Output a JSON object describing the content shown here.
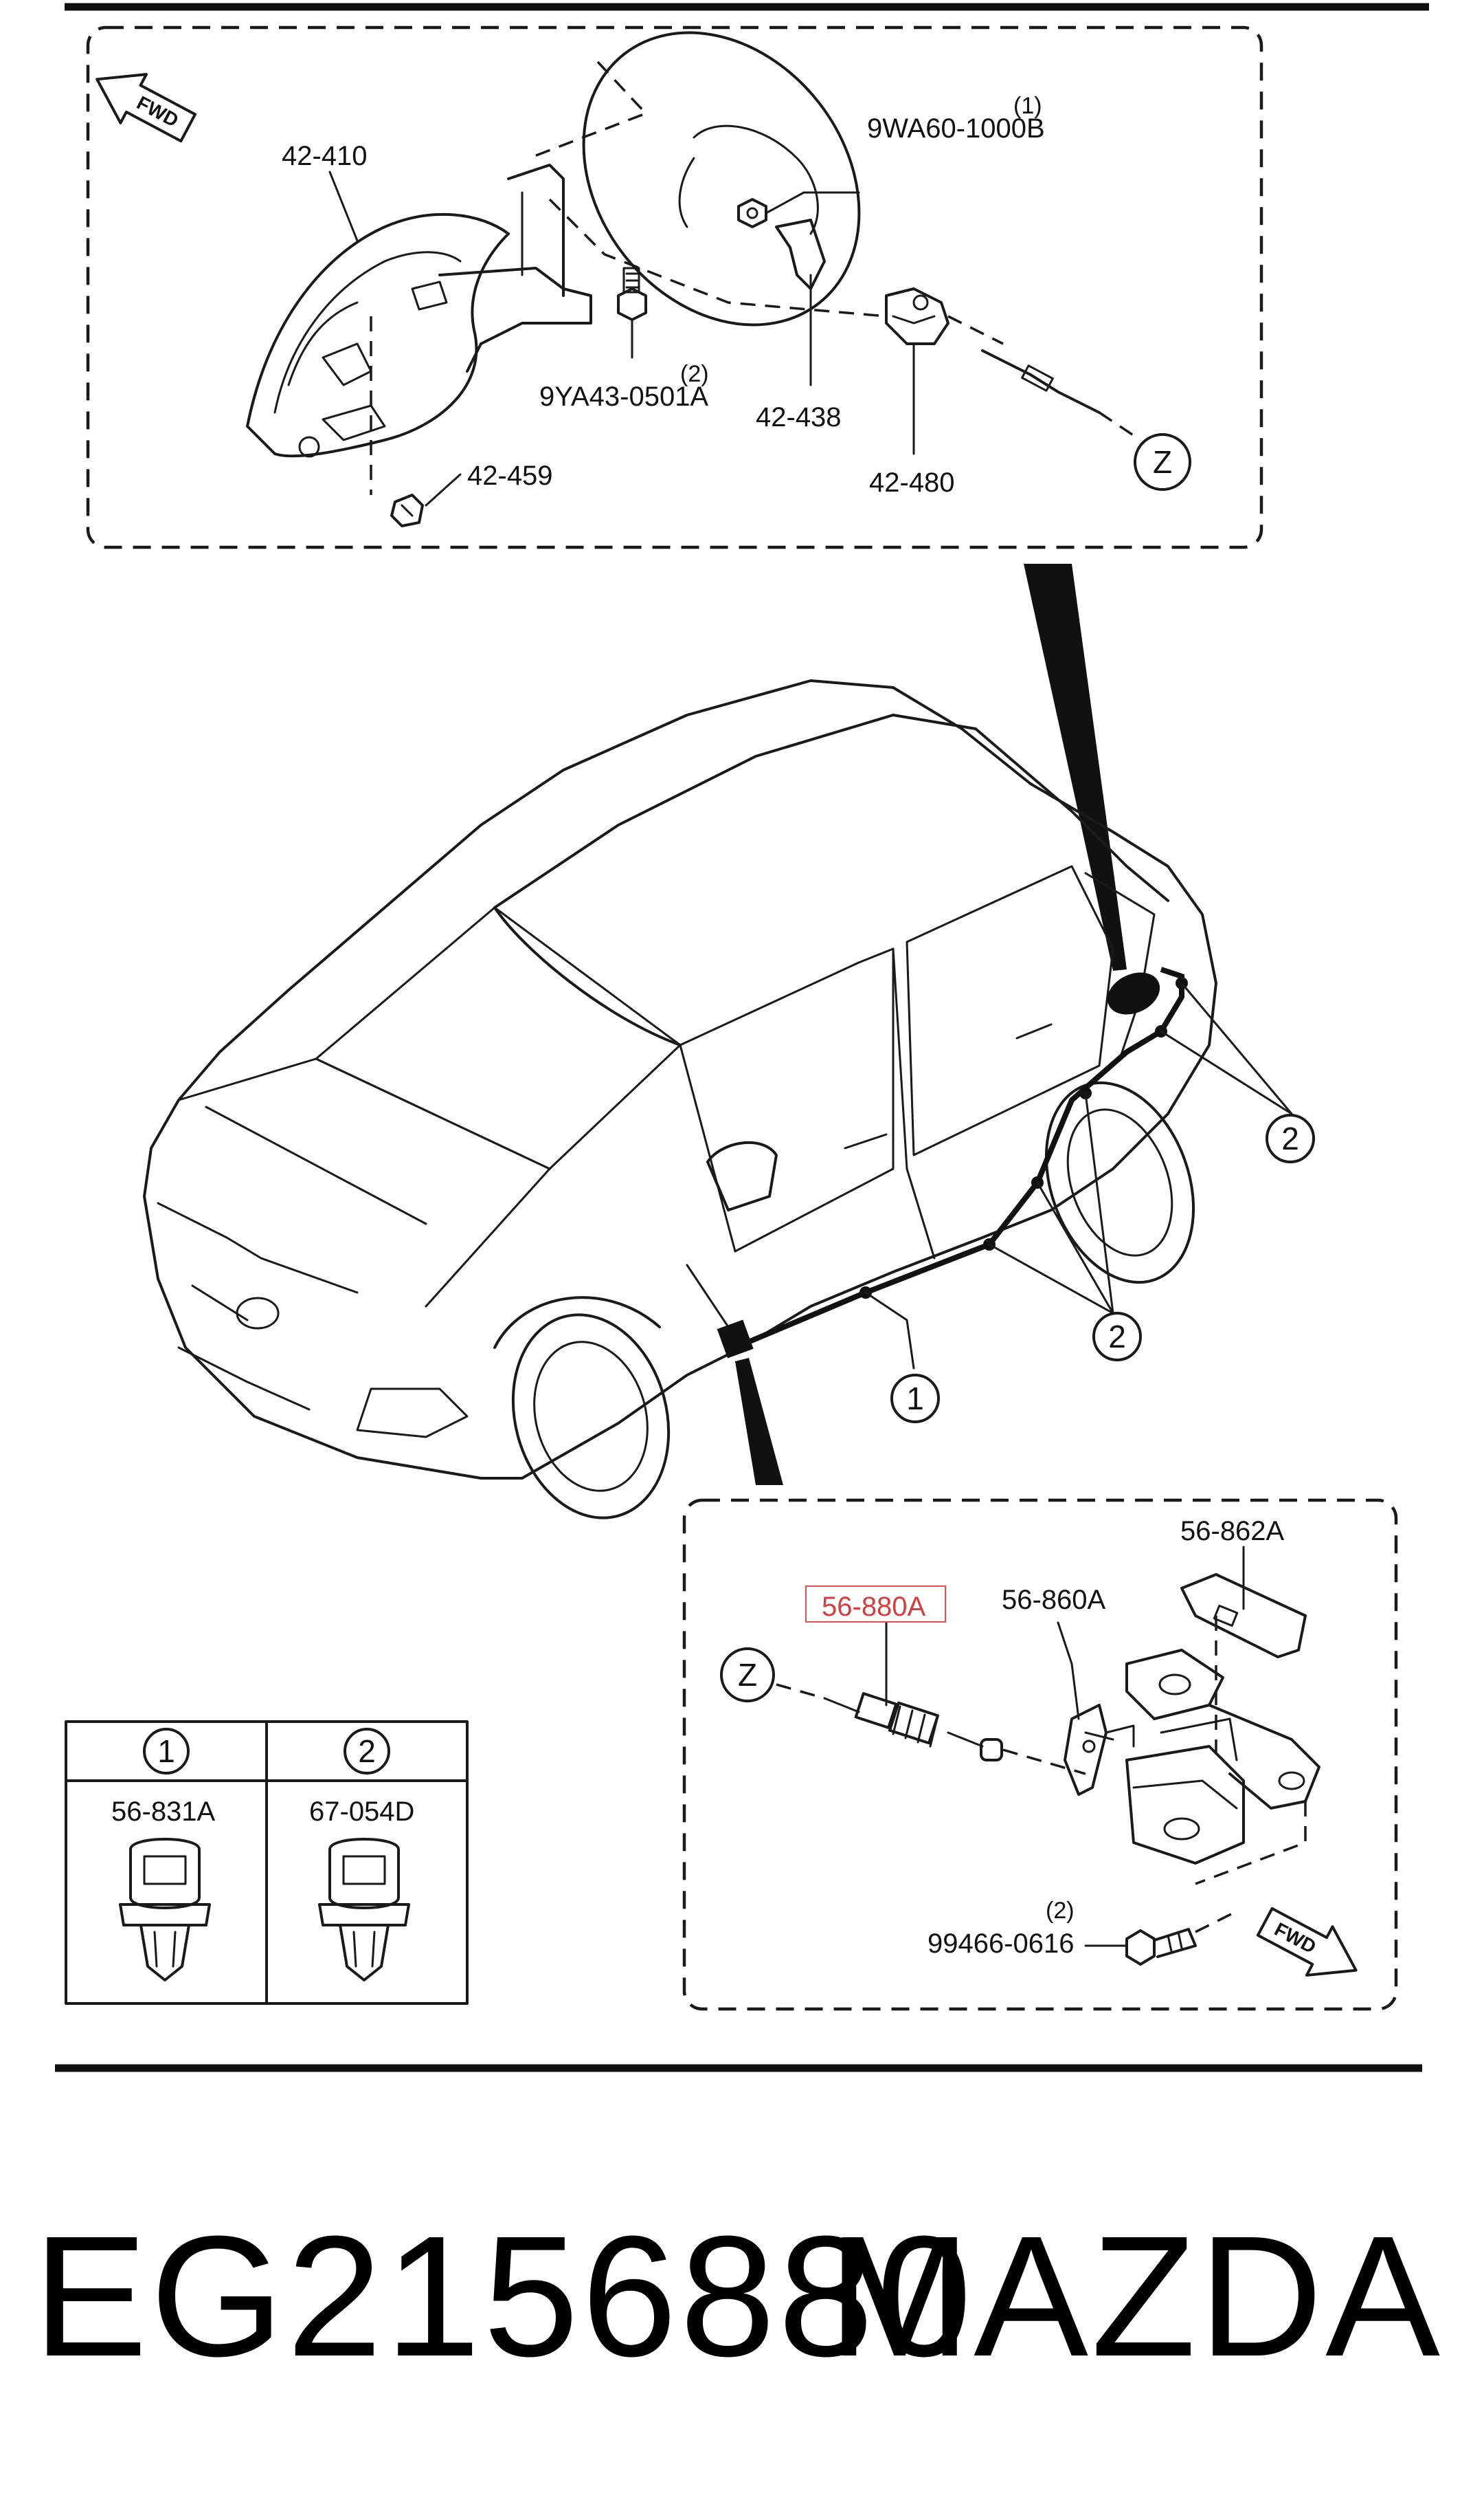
{
  "top_inset": {
    "fwd_label": "FWD",
    "labels": {
      "fuel_lid": "42-410",
      "nut_qty": "(1)",
      "nut": "9WA60-1000B",
      "bolt_qty": "(2)",
      "bolt": "9YA43-0501A",
      "lid_hinge": "42-438",
      "opener_actuator": "42-480",
      "clip_459": "42-459"
    },
    "ref_z": "Z"
  },
  "vehicle": {
    "callouts": {
      "clip_2_upper": "2",
      "clip_2_lower": "2",
      "cable_1": "1"
    }
  },
  "bottom_inset": {
    "fwd_label": "FWD",
    "labels": {
      "lever_cover": "56-862A",
      "cable": "56-880A",
      "lever": "56-860A",
      "bolt_qty": "(2)",
      "bolt": "99466-0616"
    },
    "ref_z": "Z"
  },
  "legend_table": {
    "columns": [
      {
        "num": "1",
        "part": "56-831A"
      },
      {
        "num": "2",
        "part": "67-054D"
      }
    ]
  },
  "highlight_color": "#e05050",
  "footer": {
    "part_number": "EG2156880",
    "brand": "MAZDA"
  }
}
